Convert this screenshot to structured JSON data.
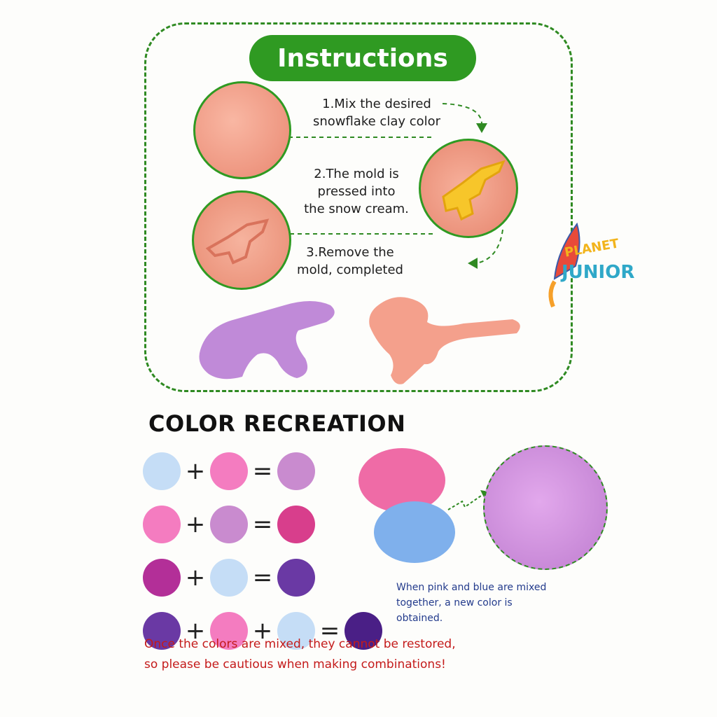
{
  "instructions": {
    "title": "Instructions",
    "steps": [
      {
        "line1": "1.Mix the desired",
        "line2": "snowflake clay color"
      },
      {
        "line1": "2.The mold is",
        "line2": "pressed into",
        "line3": "the snow cream."
      },
      {
        "line1": "3.Remove the",
        "line2": "mold, completed"
      }
    ]
  },
  "logo": {
    "line1": "PLANET",
    "line2": "JUNIOR"
  },
  "color_recreation": {
    "title": "COLOR RECREATION",
    "plus": "+",
    "equals": "=",
    "rows": [
      {
        "inputs": [
          "#c5ddf6",
          "#f47cc0"
        ],
        "result": "#c98bcf"
      },
      {
        "inputs": [
          "#f47cc0",
          "#c98bcf"
        ],
        "result": "#d83e8c"
      },
      {
        "inputs": [
          "#b32f98",
          "#c5ddf6"
        ],
        "result": "#6a39a4"
      },
      {
        "inputs": [
          "#6a39a4",
          "#f47cc0",
          "#c5ddf6"
        ],
        "result": "#4a1f86"
      }
    ],
    "mix_note": "When pink and blue are mixed together, a new color is obtained.",
    "mix_note_lines": [
      "When pink and blue are mixed",
      "together, a new color is",
      "obtained."
    ],
    "warning_lines": [
      "Once the colors are mixed, they cannot be restored,",
      "so please be cautious when making combinations!"
    ]
  }
}
